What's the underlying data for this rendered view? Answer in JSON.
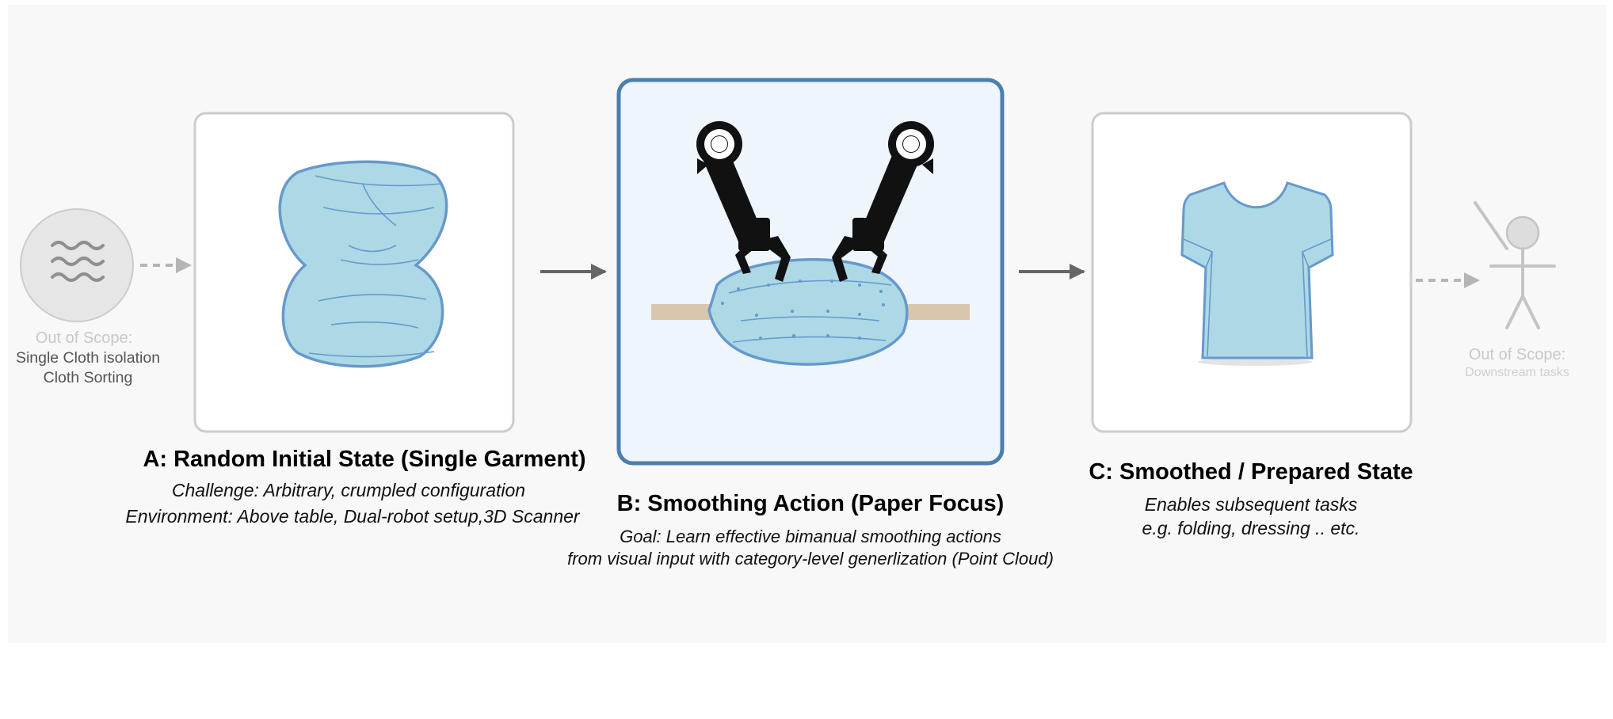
{
  "left_scope": {
    "icon": "wavy-lines-icon",
    "heading": "Out of Scope:",
    "line1": "Single Cloth isolation",
    "line2": "Cloth Sorting"
  },
  "panel_a": {
    "title": "A: Random Initial State (Single Garment)",
    "line1": "Challenge: Arbitrary, crumpled configuration",
    "line2": "Environment: Above table, Dual-robot setup,3D Scanner"
  },
  "panel_b": {
    "title": "B: Smoothing Action (Paper Focus)",
    "line1": "Goal: Learn effective bimanual smoothing actions",
    "line2": "from visual input with category-level generlization (Point Cloud)"
  },
  "panel_c": {
    "title": "C: Smoothed / Prepared State",
    "line1": "Enables subsequent tasks",
    "line2": "e.g. folding, dressing .. etc."
  },
  "right_scope": {
    "icon": "stick-figure-icon",
    "heading": "Out of Scope:",
    "line1": "Downstream tasks"
  },
  "colors": {
    "background": "#f8f8f8",
    "cloth_fill": "#add8e6",
    "cloth_stroke": "#6699cc",
    "focus_border": "#4a7fb0",
    "focus_fill": "#eef5fd",
    "panel_border": "#cccccc",
    "table": "#d9c7ad",
    "arrow": "#666666",
    "dashed_arrow": "#b5b5b5"
  }
}
